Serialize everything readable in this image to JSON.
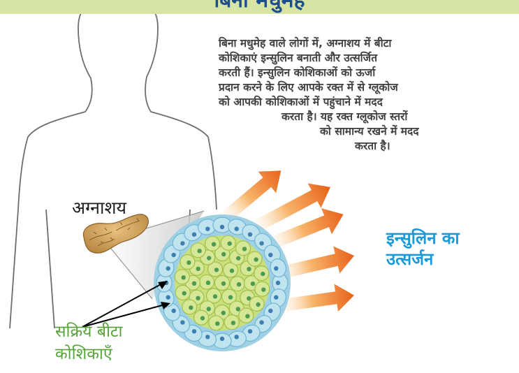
{
  "banner": {
    "title": "बिना मधुमेह"
  },
  "description": {
    "lines": [
      "बिना मधुमेह वाले लोगों में, अग्नाशय में बीटा",
      "कोशिकाएं इन्सुलिन बनाती और उत्सर्जित",
      "करती हैं। इन्सुलिन कोशिकाओं को ऊर्जा",
      "प्रदान करने के लिए आपके रक्त में से ग्लूकोज",
      "को आपकी कोशिकाओं में पहुंचाने में मदद",
      "करता है। यह रक्त ग्लूकोज स्तरों",
      "को सामान्य रखने में मदद",
      "करता है।"
    ]
  },
  "labels": {
    "pancreas": "अग्नाशय",
    "insulin_release": [
      "इन्सुलिन का",
      "उत्सर्जन"
    ],
    "active_beta_cells": [
      "सक्रिय बीटा",
      "कोशिकाएँ"
    ]
  },
  "colors": {
    "banner_bg": "#d7e5a4",
    "title": "#1f4e8c",
    "body_text": "#404040",
    "insulin_label": "#1a9ad8",
    "beta_label": "#58a23a",
    "pancreas": "#c89a52",
    "outer_cells": "#bfe3ef",
    "inner_cells": "#d6e896",
    "arrow": "#ef7b1e"
  }
}
